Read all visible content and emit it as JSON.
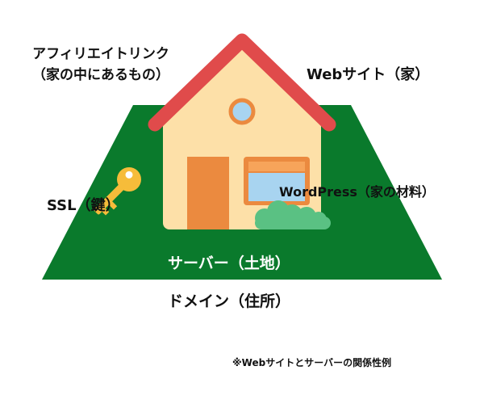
{
  "labels": {
    "affiliate_line1": "アフィリエイトリンク",
    "affiliate_line2": "（家の中にあるもの）",
    "website": "Webサイト（家）",
    "ssl": "SSL（鍵）",
    "wordpress": "WordPress（家の材料）",
    "server": "サーバー（土地）",
    "domain": "ドメイン（住所）",
    "caption": "※Webサイトとサーバーの関係性例"
  },
  "icons": {
    "house": "house-icon",
    "key": "key-icon",
    "bush": "bush-icon"
  },
  "colors": {
    "ground": "#0a7a2c",
    "roof": "#e04b4b",
    "wall": "#fde0a8",
    "door": "#eb8a3f",
    "window_frame": "#eb8a3f",
    "window_glass": "#a8d4f0",
    "key": "#f6bc3a",
    "bush": "#5ac183",
    "text": "#111111",
    "server_text": "#ffffff"
  }
}
